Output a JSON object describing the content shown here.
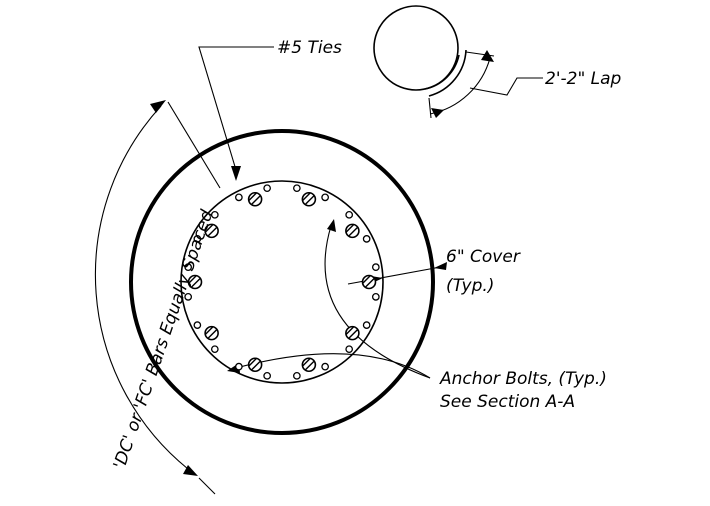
{
  "labels": {
    "ties": "#5 Ties",
    "lap": "2'-2\" Lap",
    "cover_1": "6\" Cover",
    "cover_2": "(Typ.)",
    "anchor_1": "Anchor Bolts, (Typ.)",
    "anchor_2": "See Section A-A",
    "bars": "'DC' or 'FC' Bars Equally Spaced"
  }
}
